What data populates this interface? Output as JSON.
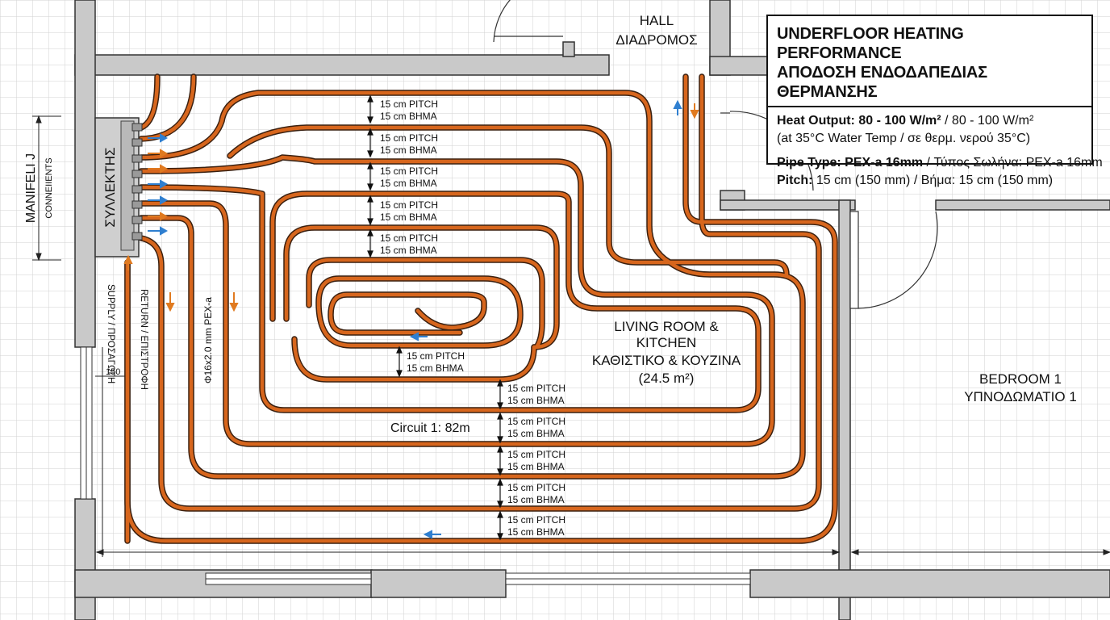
{
  "colors": {
    "pipe": "#d7661d",
    "pipe_outline": "#3a2010",
    "wall": "#c9c9c9",
    "grid": "#d2d2d2",
    "supply_arrow": "#2f7fd0",
    "return_arrow": "#e07a20"
  },
  "rooms": {
    "hall": [
      "HALL",
      "ΔΙΑΔΡΟΜΟΣ"
    ],
    "living": [
      "LIVING ROOM &",
      "KITCHEN",
      "ΚΑΘΙΣΤΙΚΟ & ΚΟΥΖΙΝΑ",
      "(24.5 m²)"
    ],
    "bedroom": [
      "BEDROOM 1",
      "ΥΠΝΟΔΩΜΑΤΙΟ 1"
    ]
  },
  "manifold": {
    "label": "ΣΥΛΛΕΚΤΗΣ",
    "side_label": "MANIFELI J",
    "side_sub": "CONNEIIENTS",
    "supply_label": "SUPPLY / ΠΡΟΣΑΓΩΓΗ",
    "return_label": "RETURN / ΕΠΙΣΤΡΟΦΗ",
    "dimension": "150"
  },
  "pipe_label": "Φ16x2.0 mm PEX-a",
  "pitch_label": [
    "15 cm PITCH",
    "15 cm ΒΗΜΑ"
  ],
  "circuit_label": "Circuit 1: 82m",
  "info": {
    "title_en": "UNDERFLOOR HEATING PERFORMANCE",
    "title_gr": "ΑΠΟΔΟΣΗ ΕΝΔΟΔΑΠΕΔΙΑΣ ΘΕΡΜΑΝΣΗΣ",
    "heat_label": "Heat Output: 80 - 100 W/m²",
    "heat_value": " / 80 - 100 W/m²",
    "temp_note": "(at 35°C Water Temp / σε θερμ. νερού 35°C)",
    "pipe_type_label": "Pipe Type: PEX-a 16mm",
    "pipe_type_value": " / Τύπος Σωλήνα: PEX-a 16mm",
    "pitch_label": "Pitch:",
    "pitch_value": " 15 cm (150 mm) / Βήμα: 15 cm (150 mm)"
  }
}
